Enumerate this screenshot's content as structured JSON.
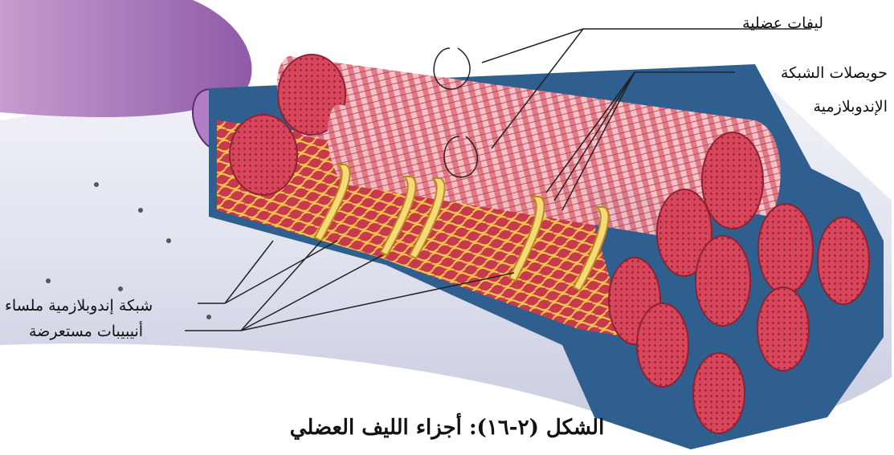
{
  "labels": {
    "myofibrils": "ليفات عضلية",
    "sr_vesicles_line1": "حويصلات الشبكة",
    "sr_vesicles_line2": "الإندوبلازمية",
    "smooth_er": "شبكة إندوبلازمية ملساء",
    "t_tubules": "أنيبيبات مستعرضة"
  },
  "caption": "الشكل (٢-١٦): أجزاء الليف العضلي",
  "colors": {
    "background": "#ffffff",
    "fiber_red": "#d9455a",
    "fiber_light": "#f0a2ac",
    "membrane_blue": "#2f5f8f",
    "sr_yellow": "#f2c94c",
    "tube_yellow": "#f6da7a",
    "sheath_purple": "#9a5fb0",
    "sheath_grey": "#dfe1ef",
    "line": "#222222"
  }
}
